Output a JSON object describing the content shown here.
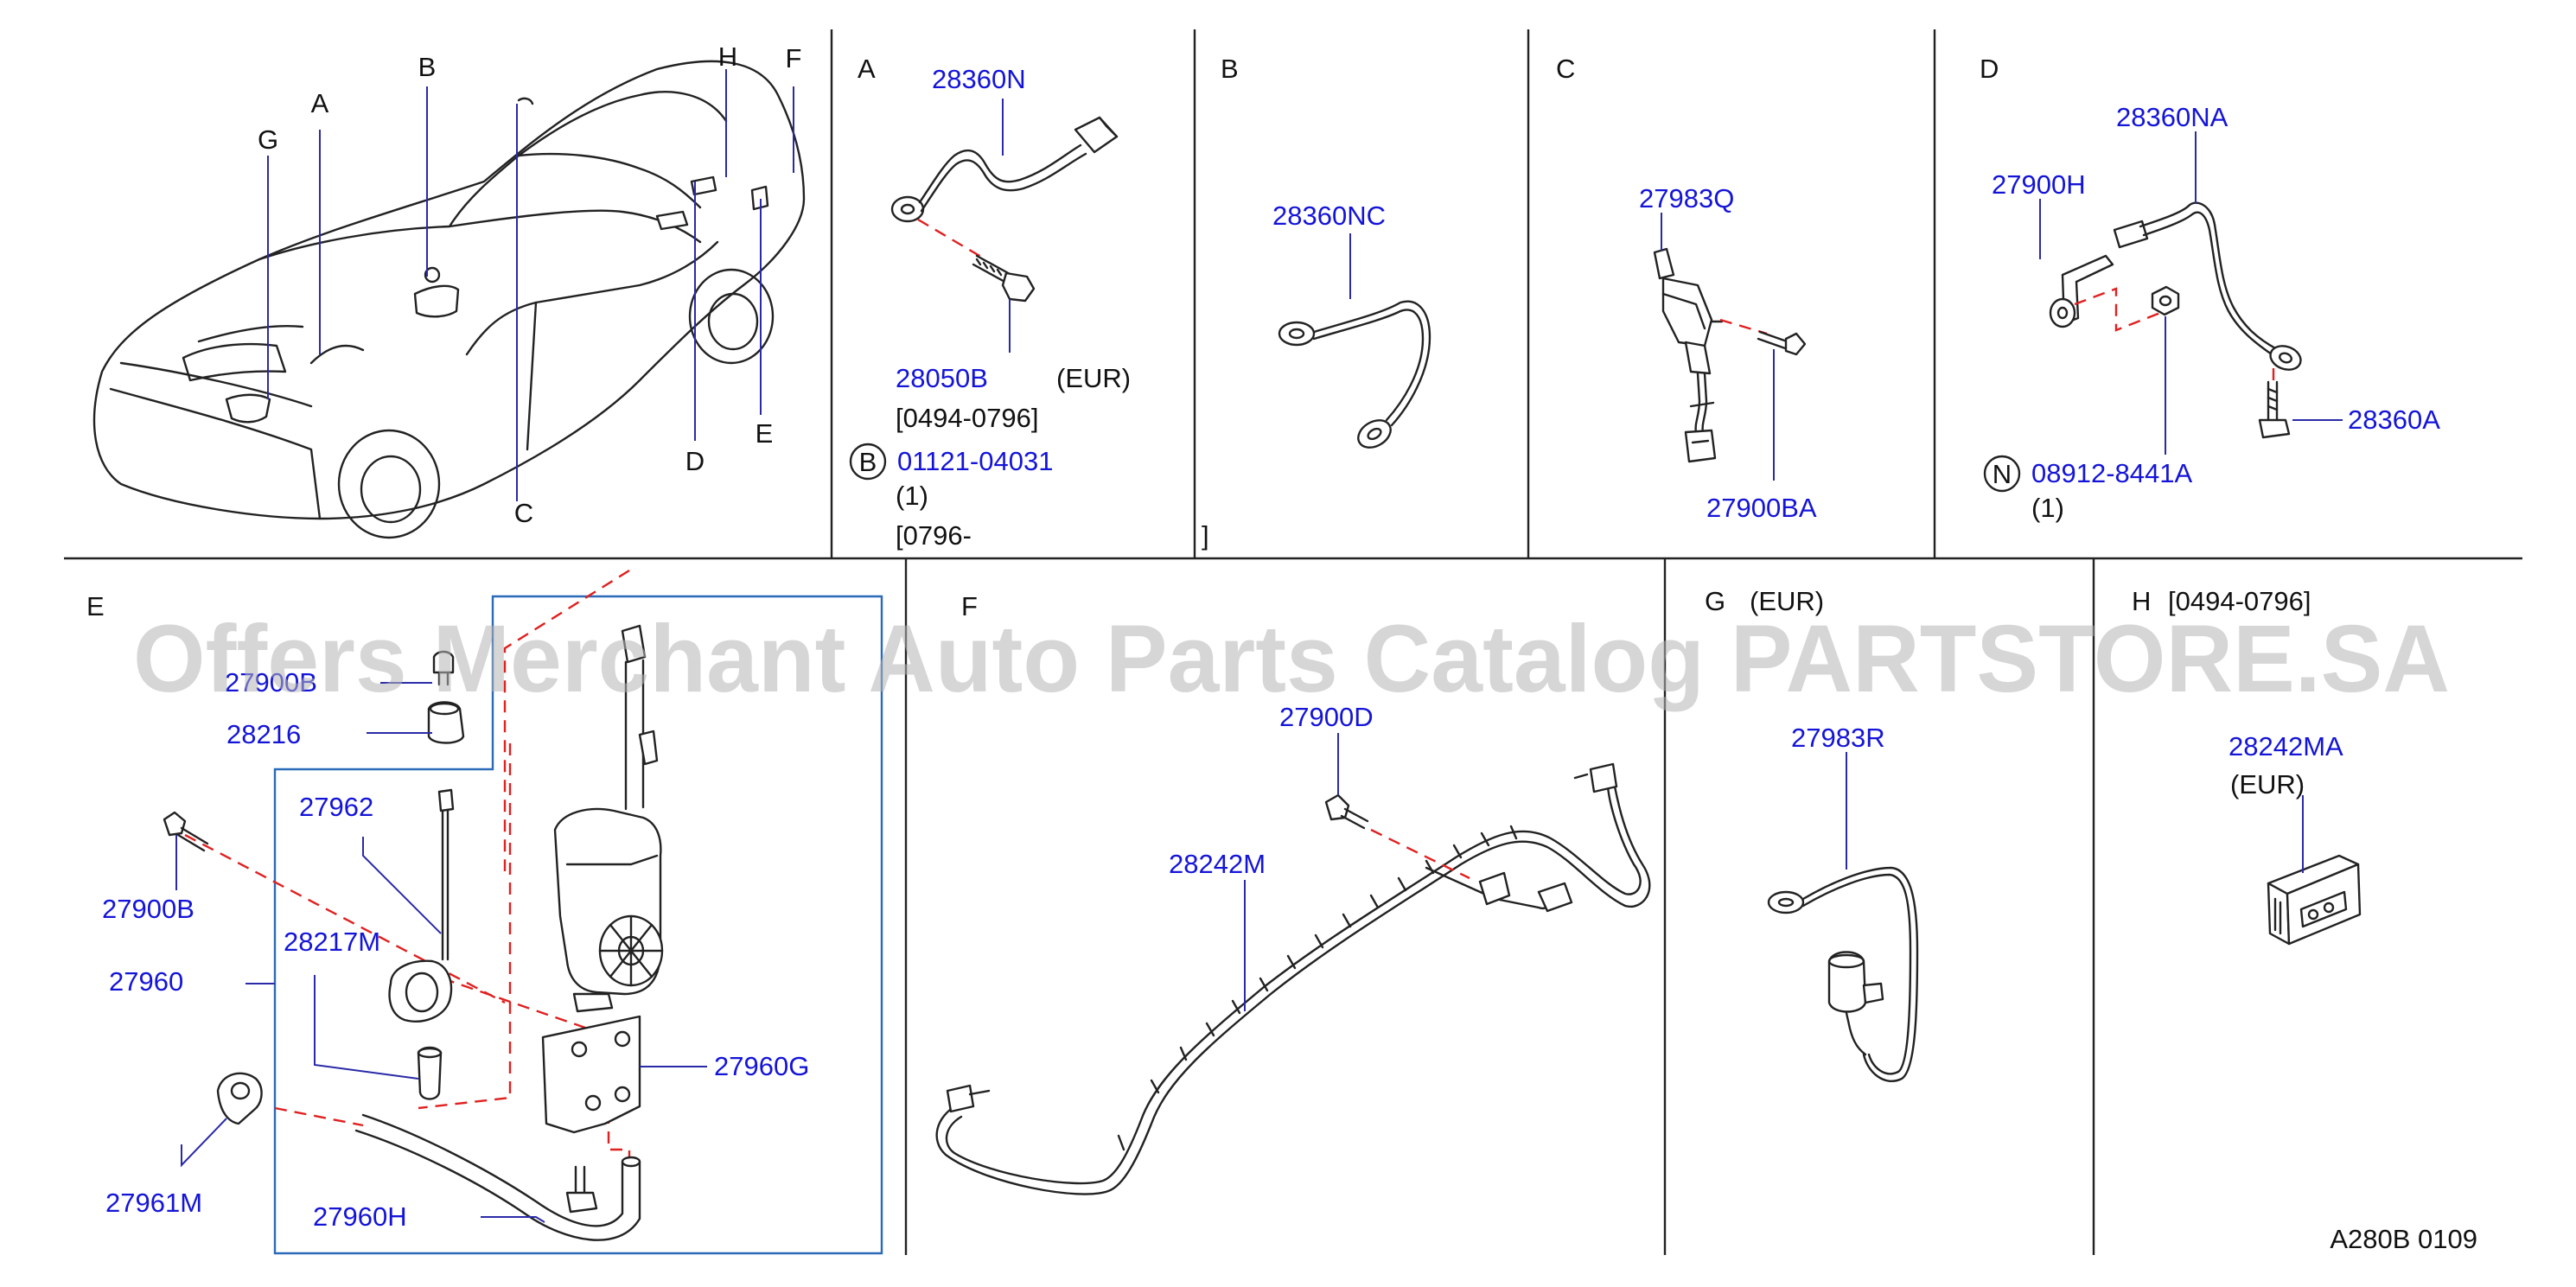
{
  "watermark": "Offers Merchant Auto Parts Catalog PARTSTORE.SA",
  "footer_code": "A280B  0109",
  "colors": {
    "part_number": "#1414d8",
    "label": "#111111",
    "leader": "#2a2aa8",
    "dashed_link": "#e02020",
    "watermark": "#b4b4b4",
    "outline": "#222222",
    "box": "#2a6ab8"
  },
  "overview": {
    "callouts": [
      "A",
      "B",
      "C",
      "D",
      "E",
      "F",
      "G",
      "H"
    ]
  },
  "panel_a": {
    "letter": "A",
    "parts": [
      "28360N",
      "28050B",
      "01121-04031"
    ],
    "notes": [
      "(EUR)",
      "[0494-0796]",
      "(1)",
      "[0796-"
    ],
    "symbol": "B"
  },
  "panel_b": {
    "letter": "B",
    "parts": [
      "28360NC"
    ],
    "notes": [
      "]"
    ]
  },
  "panel_c": {
    "letter": "C",
    "parts": [
      "27983Q",
      "27900BA"
    ]
  },
  "panel_d": {
    "letter": "D",
    "parts": [
      "28360NA",
      "27900H",
      "28360A",
      "08912-8441A"
    ],
    "notes": [
      "(1)"
    ],
    "symbol": "N"
  },
  "panel_e": {
    "letter": "E",
    "parts": [
      "27900B",
      "28216",
      "27962",
      "27900B",
      "28217M",
      "27960",
      "27960G",
      "27961M",
      "27960H"
    ]
  },
  "panel_f": {
    "letter": "F",
    "parts": [
      "27900D",
      "28242M"
    ]
  },
  "panel_g": {
    "letter": "G",
    "region": "(EUR)",
    "parts": [
      "27983R"
    ]
  },
  "panel_h": {
    "letter": "H",
    "region": "[0494-0796]",
    "parts": [
      "28242MA"
    ],
    "notes": [
      "(EUR)"
    ]
  }
}
